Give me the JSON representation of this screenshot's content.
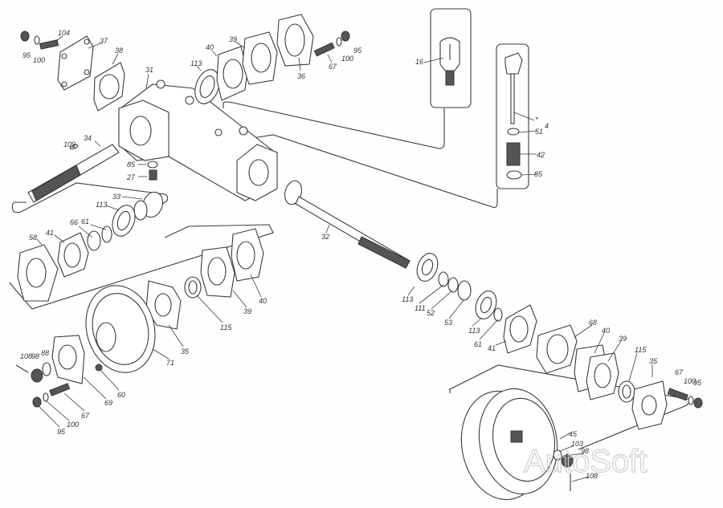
{
  "title": "Exploded parts diagram",
  "watermark": "AutoSoft",
  "labels": {
    "l95a": "95",
    "l104": "104",
    "l100a": "100",
    "l37": "37",
    "l38": "38",
    "l31": "31",
    "l113a": "113",
    "l40a": "40",
    "l39a": "39",
    "l36": "36",
    "l67a": "67",
    "l100b": "100",
    "l95b": "95",
    "l16": "16",
    "lstar": "*",
    "l4": "4",
    "l51": "51",
    "l42": "42",
    "l85a": "85",
    "l109": "109",
    "l34": "34",
    "l85b": "85",
    "l27": "27",
    "l33": "33",
    "l113b": "113",
    "l61a": "61",
    "l66": "66",
    "l41a": "41",
    "l58": "58",
    "l32": "32",
    "l40b": "40",
    "l39b": "39",
    "l115a": "115",
    "l35a": "35",
    "l71": "71",
    "l60": "60",
    "l69": "69",
    "l67b": "67",
    "l100c": "100",
    "l95c": "95",
    "l108a": "108",
    "l98a": "98",
    "l88": "88",
    "l113c": "113",
    "l111": "111",
    "l52": "52",
    "l53": "53",
    "l113d": "113",
    "l61b": "61",
    "l41b": "41",
    "l68": "68",
    "l40c": "40",
    "l39c": "39",
    "l115b": "115",
    "l35b": "35",
    "l67c": "67",
    "l100d": "100",
    "l95d": "95",
    "l45": "45",
    "l103": "103",
    "l98b": "98",
    "l108b": "108"
  }
}
